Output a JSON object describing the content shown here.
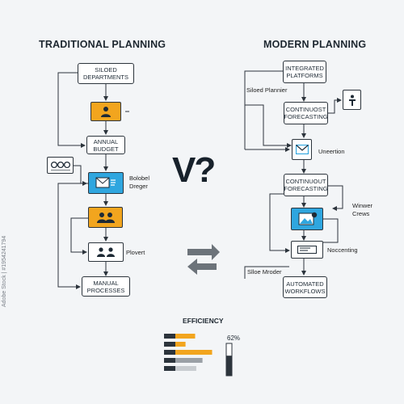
{
  "left": {
    "title": "TRADITIONAL PLANNING",
    "siloed_departments": "SILOED DEPARTMENTS",
    "annual_budget": "ANNUAL BUDGET",
    "blue_tile_label": "Bolobel Dreger",
    "pivot_label": "Plovert",
    "manual_processes": "MANUAL PROCESSES"
  },
  "center": {
    "vs": "V?"
  },
  "right": {
    "title": "MODERN PLANNING",
    "integrated_platforms": "INTEGRATED PLATFORMS",
    "siloed_planner": "Siloed Plannier",
    "continuous_forecasting_1": "CONTINUOST FORECASTING",
    "mail_label": "Uneertion",
    "continuous_forecasting_2": "CONTINUOUT FORECASTING",
    "winner_crews": "Winwer Crews",
    "noccenting": "Noccenting",
    "silce_mroder": "Slloe Mroder",
    "automated_workflows": "AUTOMATED WORKFLOWS"
  },
  "efficiency": {
    "title": "EFFICIENCY",
    "percent": "62%",
    "bars": [
      {
        "value": 0.55,
        "color": "#f2a51e"
      },
      {
        "value": 0.38,
        "color": "#f2a51e"
      },
      {
        "value": 0.85,
        "color": "#f2a51e"
      },
      {
        "value": 0.68,
        "color": "#9aa0a6"
      },
      {
        "value": 0.57,
        "color": "#c8ccd0"
      }
    ],
    "level": 0.62
  },
  "watermark": "Adobe Stock | #1954241794",
  "colors": {
    "orange": "#f2a51e",
    "blue": "#2fa6df",
    "dark": "#2c343c",
    "background": "#f3f5f7"
  }
}
